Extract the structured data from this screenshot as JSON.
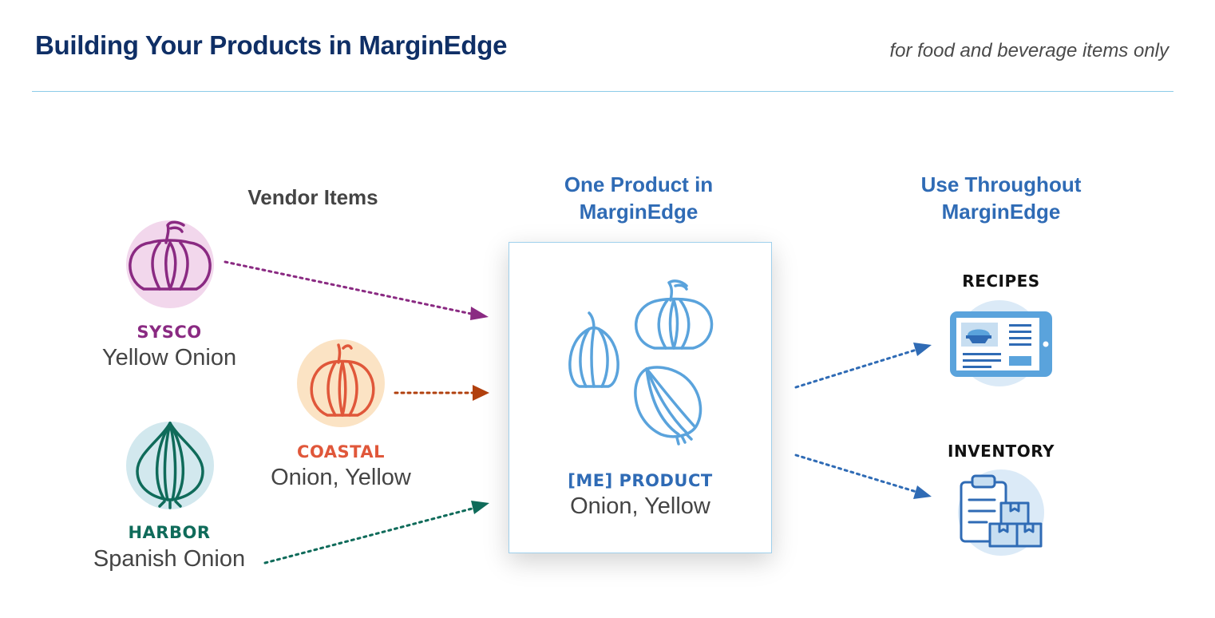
{
  "header": {
    "title": "Building Your Products in MarginEdge",
    "subtitle": "for food and beverage items only"
  },
  "columns": {
    "vendor_heading": "Vendor Items",
    "product_heading_line1": "One Product in",
    "product_heading_line2": "MarginEdge",
    "use_heading_line1": "Use Throughout",
    "use_heading_line2": "MarginEdge"
  },
  "vendors": [
    {
      "name": "SYSCO",
      "item": "Yellow Onion",
      "color": "#8a2a82",
      "bg": "#f2d7ec",
      "icon": "yellow-onion-icon"
    },
    {
      "name": "COASTAL",
      "item": "Onion, Yellow",
      "color": "#e0573a",
      "bg": "#fbe3c4",
      "icon": "onion-icon"
    },
    {
      "name": "HARBOR",
      "item": "Spanish Onion",
      "color": "#0f6b5a",
      "bg": "#d2e8ee",
      "icon": "spanish-onion-icon"
    }
  ],
  "product": {
    "label": "[ME] PRODUCT",
    "item": "Onion, Yellow",
    "color": "#2f6bb5",
    "icon": "onions-group-icon"
  },
  "uses": [
    {
      "label": "RECIPES",
      "icon": "tablet-recipe-icon"
    },
    {
      "label": "INVENTORY",
      "icon": "clipboard-boxes-icon"
    }
  ]
}
